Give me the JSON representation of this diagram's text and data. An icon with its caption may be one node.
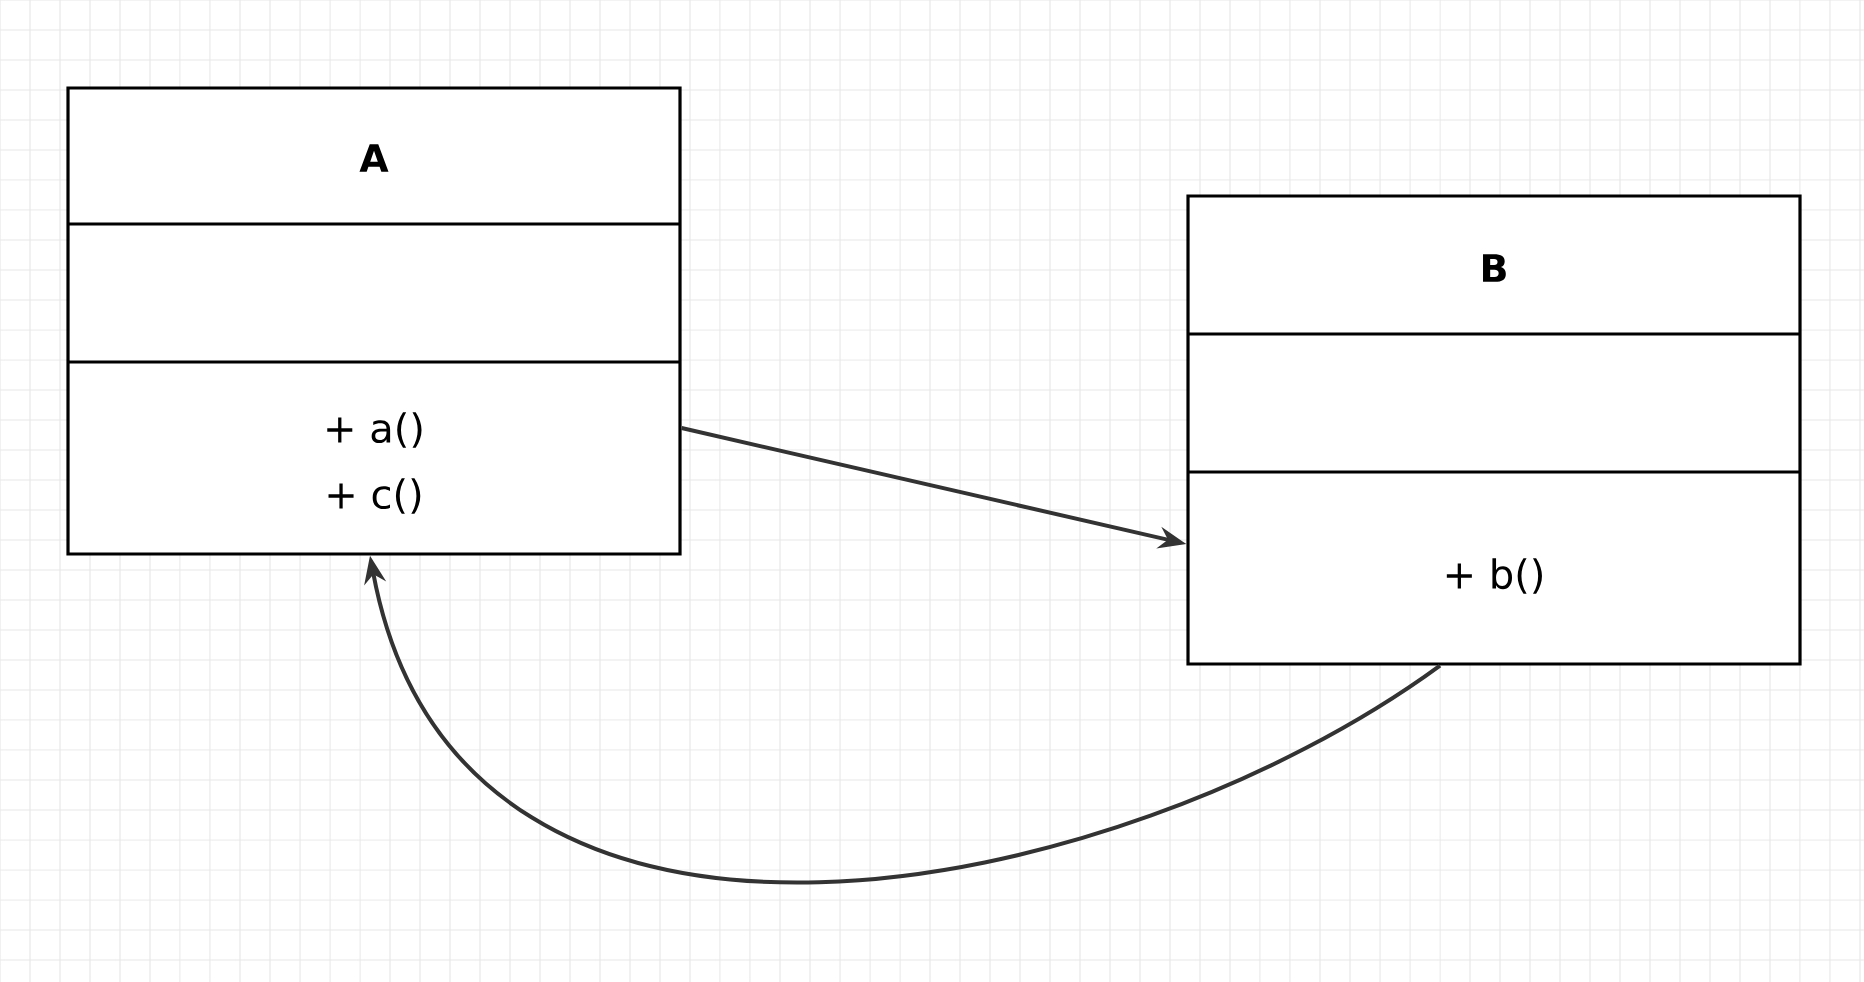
{
  "diagram": {
    "nodes": [
      {
        "text": [
          "A",
          "+ a()",
          "+ c()"
        ]
      },
      {
        "text": [
          "B",
          "+ b()"
        ]
      }
    ],
    "edges": [
      {
        "from": 0,
        "to": 1,
        "arrow": "to"
      },
      {
        "from": 1,
        "to": 0,
        "arrow": "to"
      }
    ]
  }
}
